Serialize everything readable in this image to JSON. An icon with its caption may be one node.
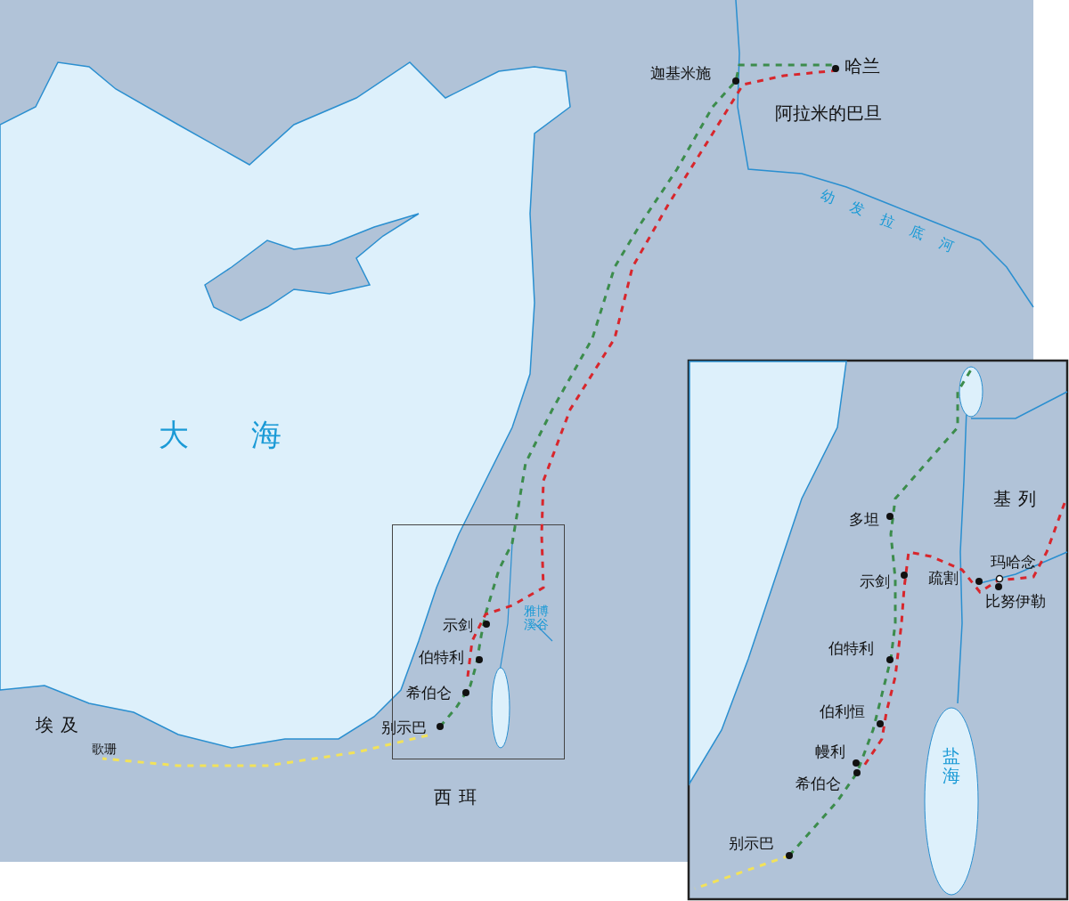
{
  "diagram": {
    "labels": [
      "迦基米施",
      "哈兰",
      "阿拉米的巴旦",
      "幼发拉底河",
      "大海",
      "雅博溪谷",
      "示剑",
      "伯特利",
      "希伯仑",
      "埃及",
      "别示巴",
      "歌珊",
      "西珥",
      "基列",
      "多坦",
      "示剑",
      "疏割",
      "玛哈念",
      "比努伊勒",
      "伯特利",
      "伯利恒",
      "幔利",
      "希伯仑",
      "盐海",
      "别示巴"
    ]
  }
}
